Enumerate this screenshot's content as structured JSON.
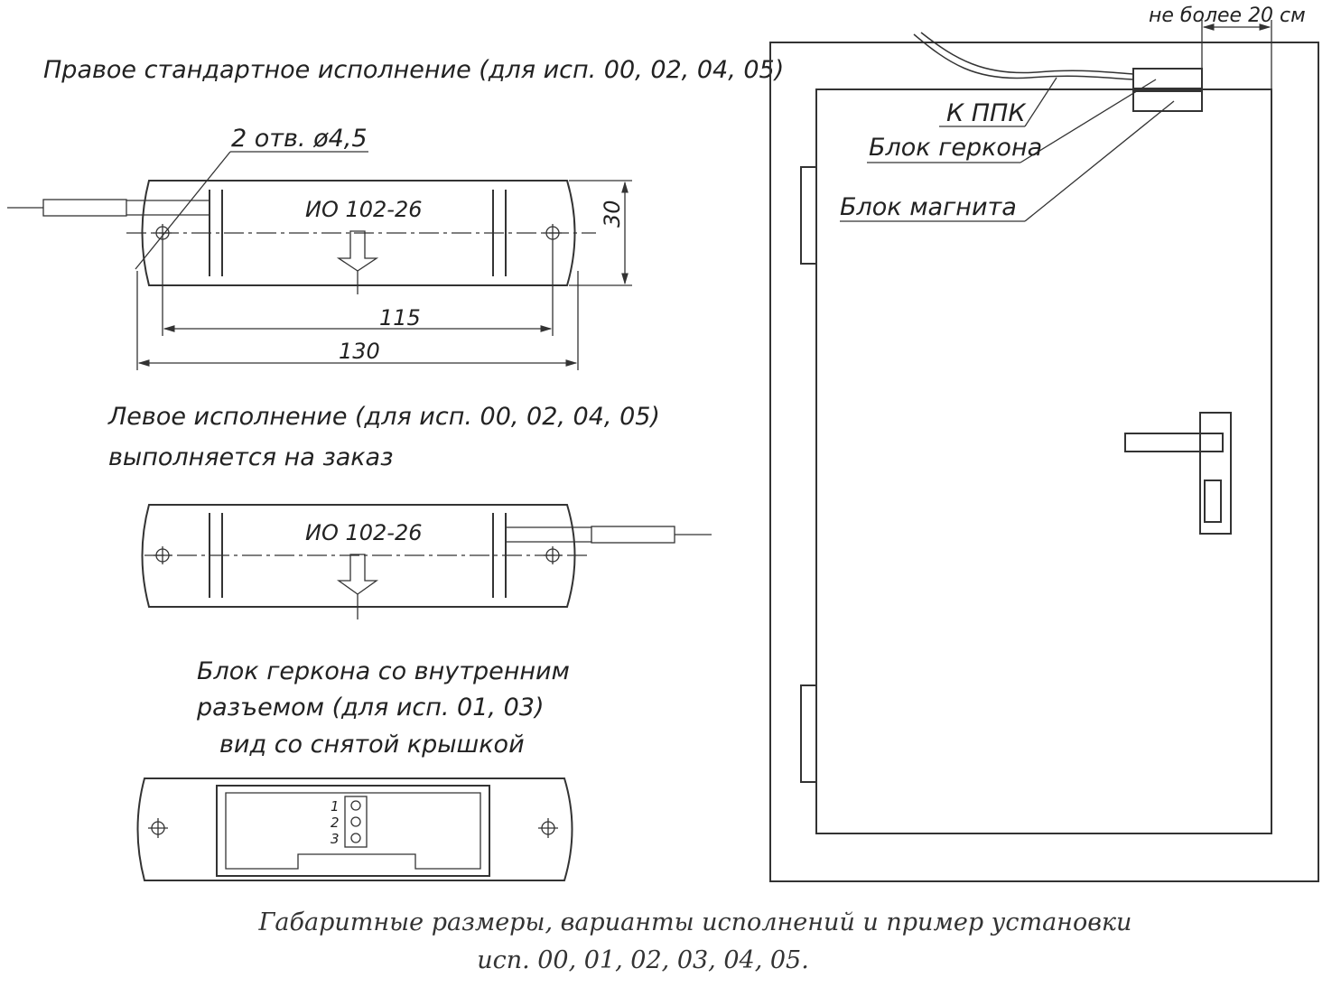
{
  "labels": {
    "right_variant": "Правое стандартное исполнение (для исп. 00, 02, 04, 05)",
    "holes": "2 отв. ø4,5",
    "device_top": "ИО 102-26",
    "dim_30": "30",
    "dim_115": "115",
    "dim_130": "130",
    "left_variant_line1": "Левое исполнение (для исп. 00, 02, 04, 05)",
    "left_variant_line2": "выполняется на заказ",
    "device_bottom": "ИО 102-26",
    "reed_internal_line1": "Блок геркона со внутренним",
    "reed_internal_line2": "разъемом (для исп. 01, 03)",
    "reed_internal_line3": "вид со снятой крышкой",
    "terminal_1": "1",
    "terminal_2": "2",
    "terminal_3": "3",
    "max_distance": "не более 20 см",
    "to_ppk": "К ППК",
    "reed_block": "Блок геркона",
    "magnet_block": "Блок магнита",
    "caption_line1": "Габаритные размеры, варианты исполнений и пример установки",
    "caption_line2": "исп. 00, 01, 02, 03, 04, 05."
  }
}
